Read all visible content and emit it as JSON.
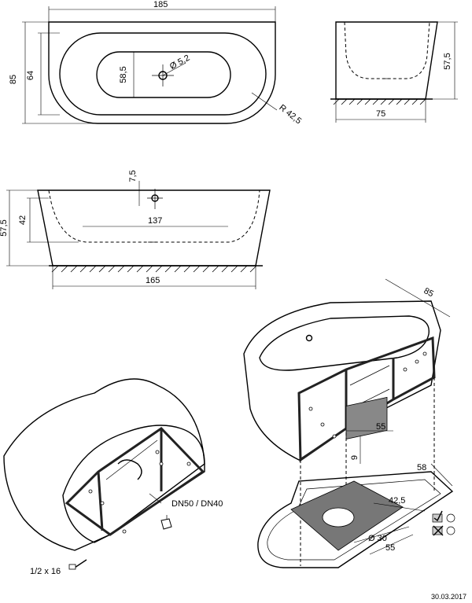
{
  "top_view": {
    "length": "185",
    "width": "85",
    "inner_width": "64",
    "drain_area": "58,5",
    "drain_diameter": "Ø 5,2",
    "radius": "R 42,5"
  },
  "side_view": {
    "height": "57,5",
    "depth": "75"
  },
  "front_view": {
    "drain_offset": "7,5",
    "inner_length": "137",
    "height": "57,5",
    "inner_height": "42",
    "base_length": "165"
  },
  "iso_view": {
    "width": "85",
    "plate_width": "55",
    "plate_offset": "9",
    "floor_depth": "58",
    "floor_length": "42,5",
    "hole_diameter": "Ø 30",
    "floor_plate": "55"
  },
  "fittings": {
    "drain_label": "DN50 / DN40",
    "feet_label": "1/2   x 16"
  },
  "footer": {
    "date": "30.03.2017"
  }
}
